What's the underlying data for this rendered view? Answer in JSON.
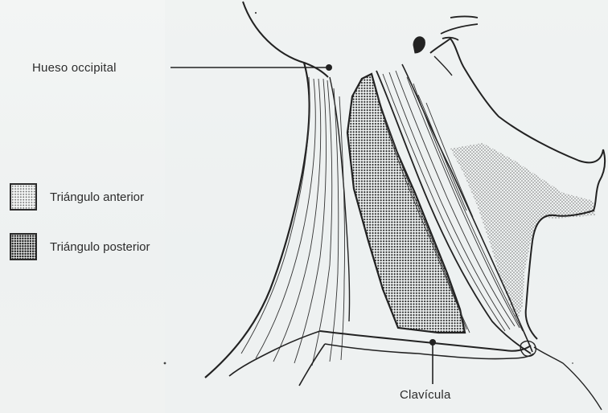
{
  "labels": {
    "occipital": "Hueso occipital",
    "clavicle": "Clavícula"
  },
  "legend": {
    "anterior": "Triángulo anterior",
    "posterior": "Triángulo posterior"
  },
  "colors": {
    "ink": "#222222",
    "paper": "#f1f3f2",
    "light_stipple": "#6d6d6d",
    "dense_stipple": "#1f1f1f"
  }
}
